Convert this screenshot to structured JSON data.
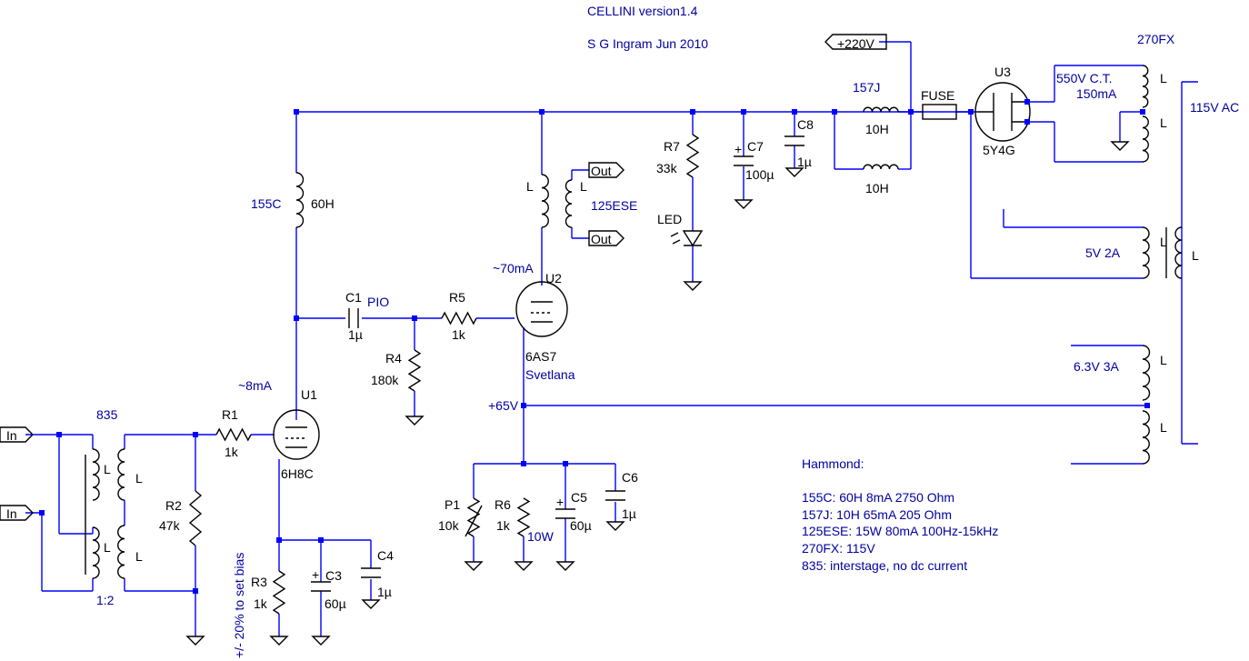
{
  "header": {
    "title": "CELLINI version1.4",
    "author": "S G Ingram Jun 2010"
  },
  "net_labels": {
    "b220": "+220V",
    "v65": "+65V",
    "in1": "In",
    "in2": "In",
    "out1": "Out",
    "out2": "Out"
  },
  "components": {
    "r1": {
      "ref": "R1",
      "value": "1k"
    },
    "r2": {
      "ref": "R2",
      "value": "47k"
    },
    "r3": {
      "ref": "R3",
      "value": "1k"
    },
    "r4": {
      "ref": "R4",
      "value": "180k"
    },
    "r5": {
      "ref": "R5",
      "value": "1k"
    },
    "r6": {
      "ref": "R6",
      "value": "1k",
      "note": "10W"
    },
    "r7": {
      "ref": "R7",
      "value": "33k"
    },
    "p1": {
      "ref": "P1",
      "value": "10k"
    },
    "c1": {
      "ref": "C1",
      "value": "1µ",
      "note": "PIO"
    },
    "c3": {
      "ref": "C3",
      "value": "60µ"
    },
    "c4": {
      "ref": "C4",
      "value": "1µ"
    },
    "c5": {
      "ref": "C5",
      "value": "60µ"
    },
    "c6": {
      "ref": "C6",
      "value": "1µ"
    },
    "c7": {
      "ref": "C7",
      "value": "100µ"
    },
    "c8": {
      "ref": "C8",
      "value": "1µ"
    },
    "u1": {
      "ref": "U1",
      "value": "6H8C",
      "current": "~8mA"
    },
    "u2": {
      "ref": "U2",
      "value": "6AS7",
      "note": "Svetlana",
      "current": "~70mA"
    },
    "u3": {
      "ref": "U3",
      "value": "5Y4G"
    },
    "led": {
      "ref": "LED"
    },
    "fuse": {
      "ref": "FUSE"
    }
  },
  "inductors": {
    "l_label": "L",
    "choke155": {
      "ref": "155C",
      "value": "60H"
    },
    "choke157": {
      "ref": "157J",
      "value1": "10H",
      "value2": "10H"
    },
    "t835": {
      "ref": "835",
      "ratio": "1:2"
    },
    "t125": {
      "ref": "125ESE"
    },
    "t270": {
      "ref": "270FX",
      "hv": "550V C.T.",
      "hv_current": "150mA",
      "fil5": "5V 2A",
      "fil63": "6.3V 3A",
      "mains": "115V AC"
    }
  },
  "bias_note": "+/- 20% to set bias",
  "notes": {
    "heading": "Hammond:",
    "lines": [
      "155C: 60H 8mA 2750 Ohm",
      "157J: 10H 65mA 205 Ohm",
      "125ESE: 15W 80mA 100Hz-15kHz",
      "270FX: 115V",
      "835: interstage, no dc current"
    ]
  },
  "colors": {
    "wire": "#0000ff",
    "component": "#000000",
    "label": "#0000a0",
    "background": "#ffffff"
  }
}
